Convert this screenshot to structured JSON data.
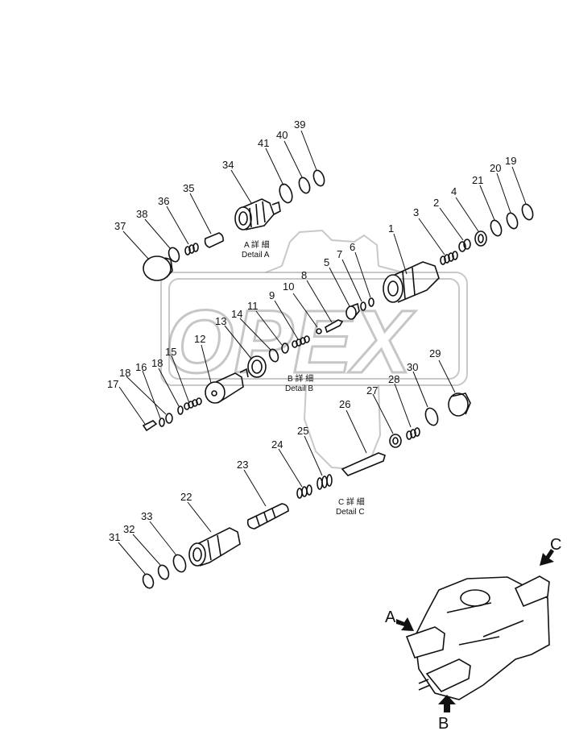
{
  "labels": [
    "1",
    "2",
    "3",
    "4",
    "5",
    "6",
    "7",
    "8",
    "9",
    "10",
    "11",
    "12",
    "13",
    "14",
    "15",
    "16",
    "17",
    "18",
    "18",
    "19",
    "20",
    "21",
    "22",
    "23",
    "24",
    "25",
    "26",
    "27",
    "28",
    "29",
    "30",
    "31",
    "32",
    "33",
    "34",
    "35",
    "36",
    "37",
    "38",
    "39",
    "40",
    "41"
  ],
  "details": {
    "a_jp": "A 詳 細",
    "a_en": "Detail A",
    "b_jp": "B 詳 細",
    "b_en": "Detail B",
    "c_jp": "C 詳 細",
    "c_en": "Detail C"
  },
  "view_arrows": {
    "a": "A",
    "b": "B",
    "c": "C"
  },
  "watermark": {
    "text": "OPEX",
    "color": "#9a9a9a"
  }
}
